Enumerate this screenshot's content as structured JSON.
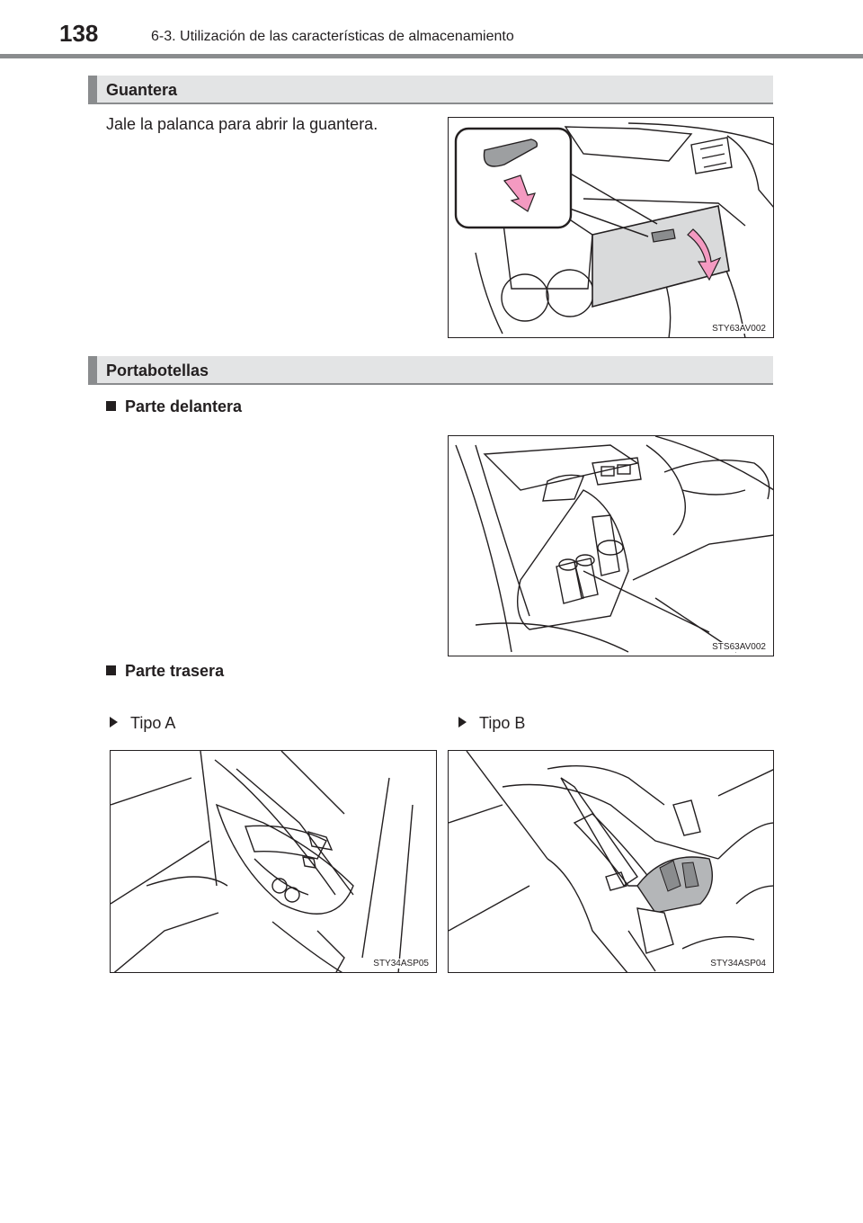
{
  "header": {
    "page_number": "138",
    "chapter": "6-3. Utilización de las características de almacenamiento"
  },
  "glovebox": {
    "title": "Guantera",
    "text": "Jale la palanca para abrir la guantera.",
    "figure_code": "STY63AV002"
  },
  "bottle_holders": {
    "title": "Portabotellas",
    "front": {
      "heading": "Parte delantera",
      "figure_code": "STS63AV002"
    },
    "rear": {
      "heading": "Parte trasera",
      "type_a": {
        "label": "Tipo A",
        "figure_code": "STY34ASP05"
      },
      "type_b": {
        "label": "Tipo B",
        "figure_code": "STY34ASP04"
      }
    }
  },
  "colors": {
    "accent_gray": "#8a8c8e",
    "bar_fill": "#e3e4e5",
    "arrow_pink": "#f49ac1"
  }
}
